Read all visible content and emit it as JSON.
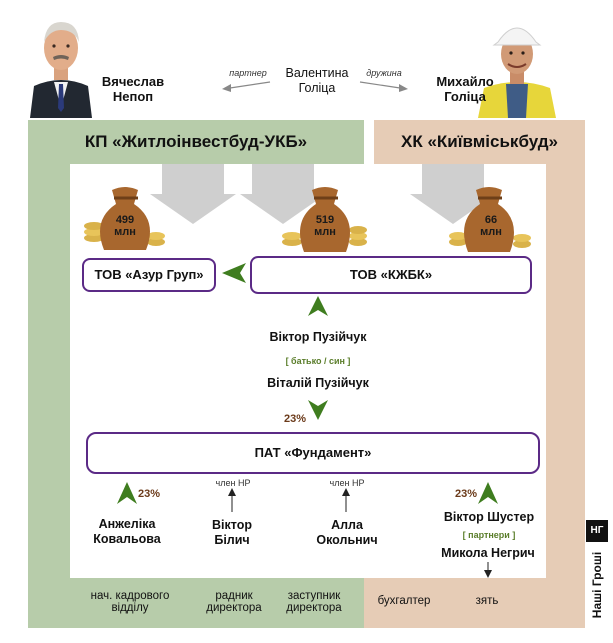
{
  "top_people": {
    "left_name": "Вячеслав Непоп",
    "left_line1": "Вячеслав",
    "left_line2": "Непоп",
    "center_line1": "Валентина",
    "center_line2": "Голіцa",
    "right_line1": "Михайло",
    "right_line2": "Голіца",
    "label_partner": "партнер",
    "label_wife": "дружина"
  },
  "companies": {
    "left": "КП «Житлоінвестбуд-УКБ»",
    "right": "ХК «Київміськбуд»"
  },
  "money_bags": [
    {
      "amount": "499",
      "unit": "млн"
    },
    {
      "amount": "519",
      "unit": "млн"
    },
    {
      "amount": "66",
      "unit": "млн"
    }
  ],
  "boxes": {
    "azur": "ТОВ «Азур Груп»",
    "kzhbk": "ТОВ «КЖБК»",
    "fundament": "ПАТ «Фундамент»"
  },
  "middle": {
    "person1": "Віктор Пузійчук",
    "relation": "[ батько / син ]",
    "person2": "Віталій Пузійчук",
    "pct": "23%"
  },
  "bottom_people": {
    "kovalova_line1": "Анжеліка",
    "kovalova_line2": "Ковальова",
    "kovalova_pct": "23%",
    "bilych_line1": "Віктор",
    "bilych_line2": "Білич",
    "bilych_note": "член НР",
    "okolnych_line1": "Алла",
    "okolnych_line2": "Окольнич",
    "okolnych_note": "член НР",
    "shuster": "Віктор Шустер",
    "partners": "[ партнери ]",
    "negrych": "Микола Негрич",
    "shuster_pct": "23%"
  },
  "bottom_roles": {
    "kovalova_l1": "нач. кадрового",
    "kovalova_l2": "відділу",
    "bilych_l1": "радник",
    "bilych_l2": "директора",
    "okolnych_l1": "заступник",
    "okolnych_l2": "директора",
    "buh": "бухгалтер",
    "zyat": "зять"
  },
  "logo": {
    "mark": "НГ",
    "text": "Наші Гроші"
  },
  "colors": {
    "green": "#b7ccaa",
    "beige": "#e6ccb6",
    "box_border": "#5b2a86",
    "arrow_green": "#3f7d1f"
  }
}
